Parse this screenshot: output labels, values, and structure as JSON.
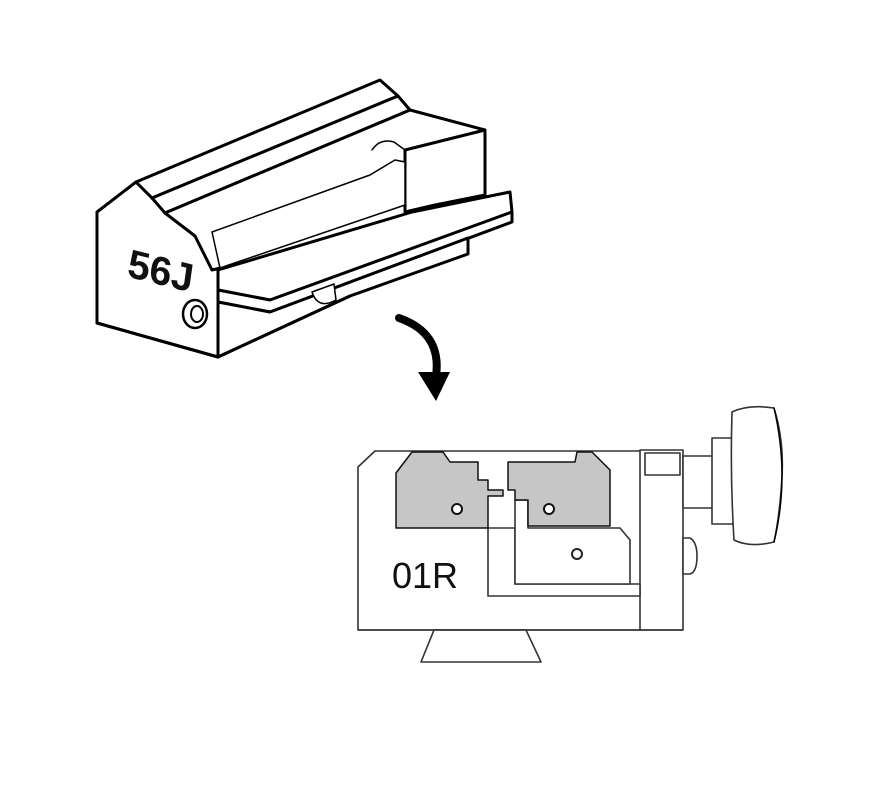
{
  "adapter": {
    "label": "56J"
  },
  "clamp": {
    "label": "01R"
  },
  "colors": {
    "outline": "#000000",
    "jaw_fill": "#c6c6c6",
    "background": "#ffffff"
  },
  "icons": {
    "arrow": "curved-arrow-down"
  }
}
